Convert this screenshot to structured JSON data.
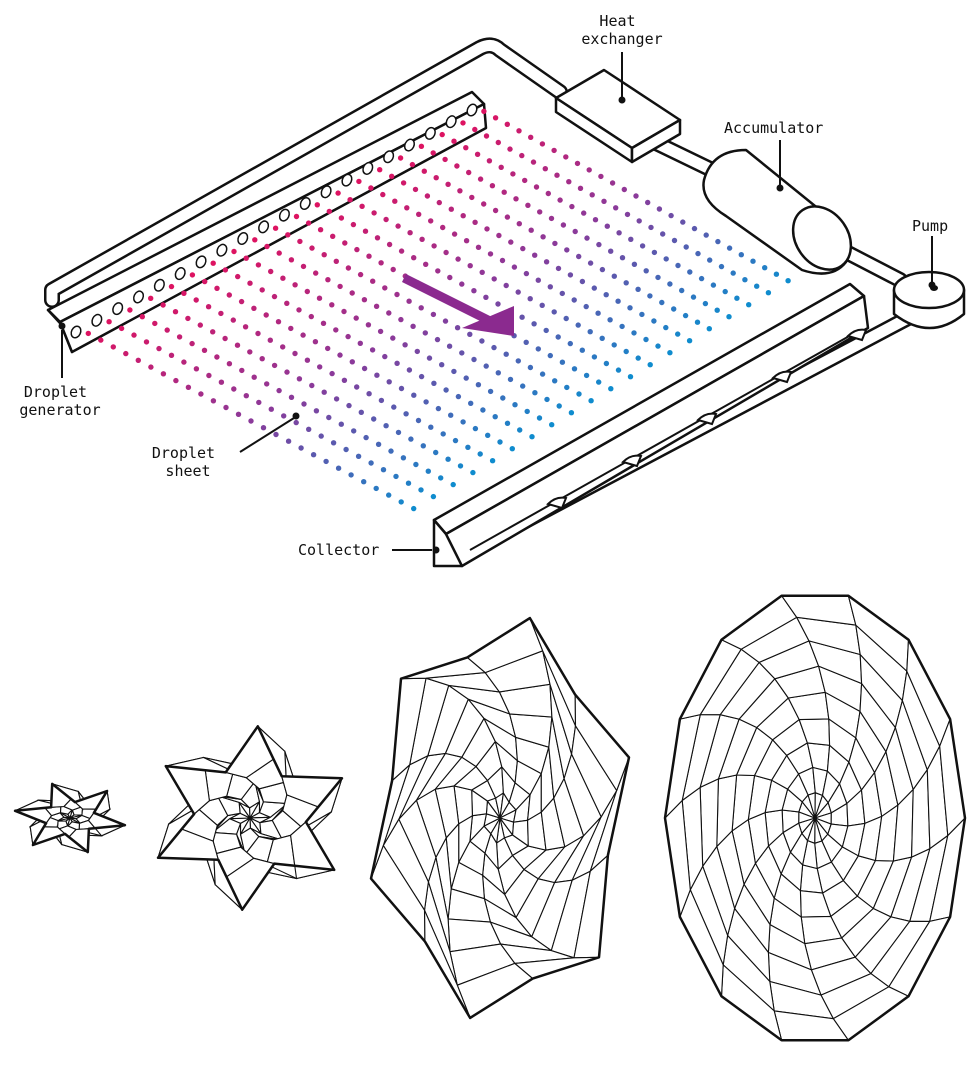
{
  "labels": {
    "heat_exchanger": [
      "Heat",
      "exchanger"
    ],
    "accumulator": "Accumulator",
    "pump": "Pump",
    "droplet_generator": [
      "Droplet",
      "generator"
    ],
    "droplet_sheet": [
      "Droplet",
      "sheet"
    ],
    "collector": "Collector"
  },
  "colors": {
    "droplet_start": "#e0115f",
    "droplet_mid": "#8b3a9a",
    "droplet_end": "#0a8fd0",
    "flow_arrow": "#8b2a8f",
    "outline": "#111111"
  },
  "droplet_sheet": {
    "streams": 20,
    "droplets_per_stream": 27
  },
  "radiator_stages": [
    {
      "rings": 4,
      "sectors": 12,
      "unfold": 0.0
    },
    {
      "rings": 5,
      "sectors": 12,
      "unfold": 0.2
    },
    {
      "rings": 8,
      "sectors": 12,
      "unfold": 0.7
    },
    {
      "rings": 9,
      "sectors": 14,
      "unfold": 1.0
    }
  ]
}
